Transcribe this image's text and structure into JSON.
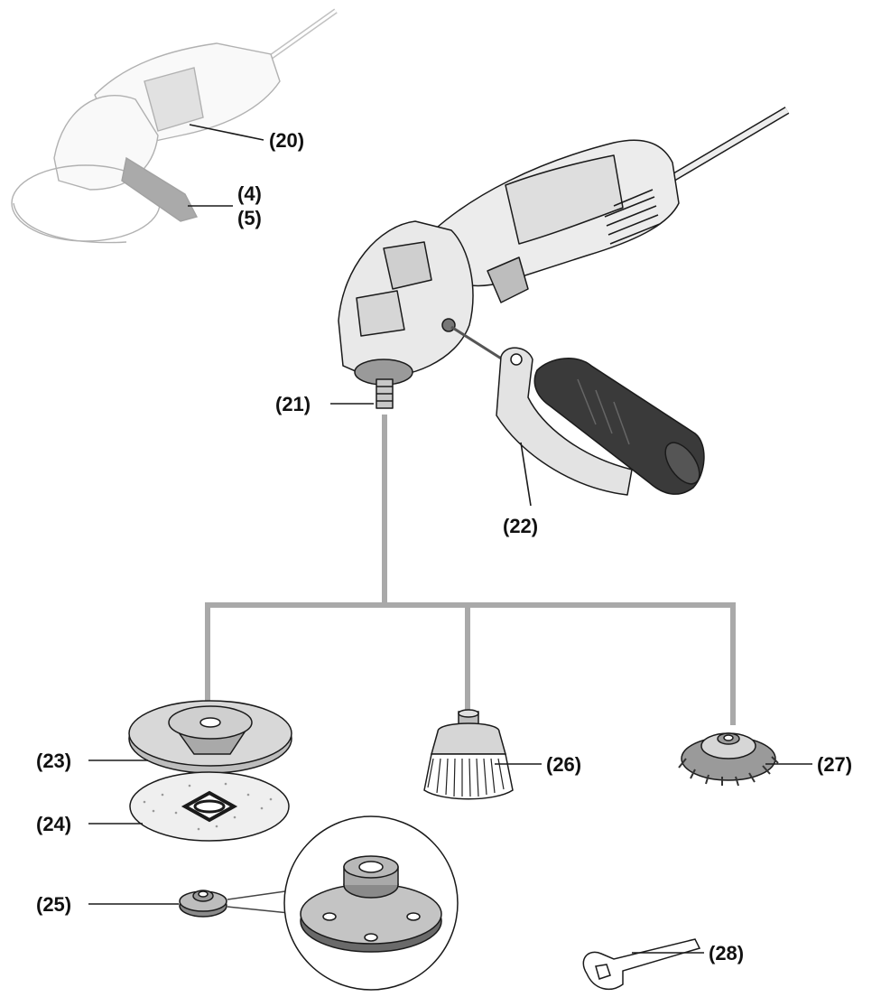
{
  "labels": {
    "l20": "(20)",
    "l4": "(4)",
    "l5": "(5)",
    "l21": "(21)",
    "l22": "(22)",
    "l23": "(23)",
    "l24": "(24)",
    "l25": "(25)",
    "l26": "(26)",
    "l27": "(27)",
    "l28": "(28)"
  },
  "colors": {
    "line_art": "#1a1a1a",
    "light_fill": "#ececec",
    "mid_fill": "#bdbdbd",
    "dark_fill": "#3a3a3a",
    "connector": "#a9a9a9"
  }
}
